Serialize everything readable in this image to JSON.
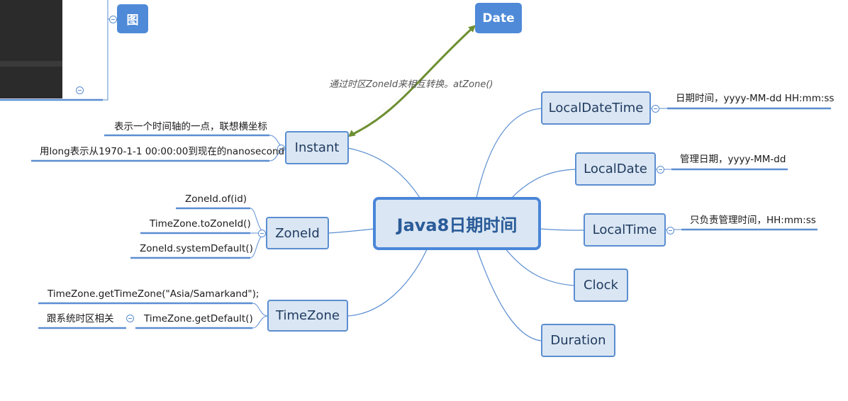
{
  "root": {
    "label": "Java8日期时间"
  },
  "top_nodes": {
    "image_label": "图",
    "date_label": "Date"
  },
  "relation": {
    "label": "通过时区ZoneId来相互转换。atZone()"
  },
  "left": {
    "instant": {
      "label": "Instant",
      "notes": [
        "表示一个时间轴的一点，联想横坐标",
        "用long表示从1970-1-1 00:00:00到现在的nanosecond"
      ]
    },
    "zoneid": {
      "label": "ZoneId",
      "notes": [
        "ZoneId.of(id)",
        "TimeZone.toZoneId()",
        "ZoneId.systemDefault()"
      ]
    },
    "timezone": {
      "label": "TimeZone",
      "notes": [
        "TimeZone.getTimeZone(\"Asia/Samarkand\");",
        "TimeZone.getDefault()"
      ],
      "sub_note": "跟系统时区相关"
    }
  },
  "right": {
    "localdatetime": {
      "label": "LocalDateTime",
      "note": "日期时间，yyyy-MM-dd HH:mm:ss"
    },
    "localdate": {
      "label": "LocalDate",
      "note": "管理日期，yyyy-MM-dd"
    },
    "localtime": {
      "label": "LocalTime",
      "note": "只负责管理时间，HH:mm:ss"
    },
    "clock": {
      "label": "Clock"
    },
    "duration": {
      "label": "Duration"
    }
  },
  "colors": {
    "node_fill": "#dae6f3",
    "node_border": "#5b8ed1",
    "pill_fill": "#4f8ad8",
    "relation_arrow": "#6e8f33"
  }
}
